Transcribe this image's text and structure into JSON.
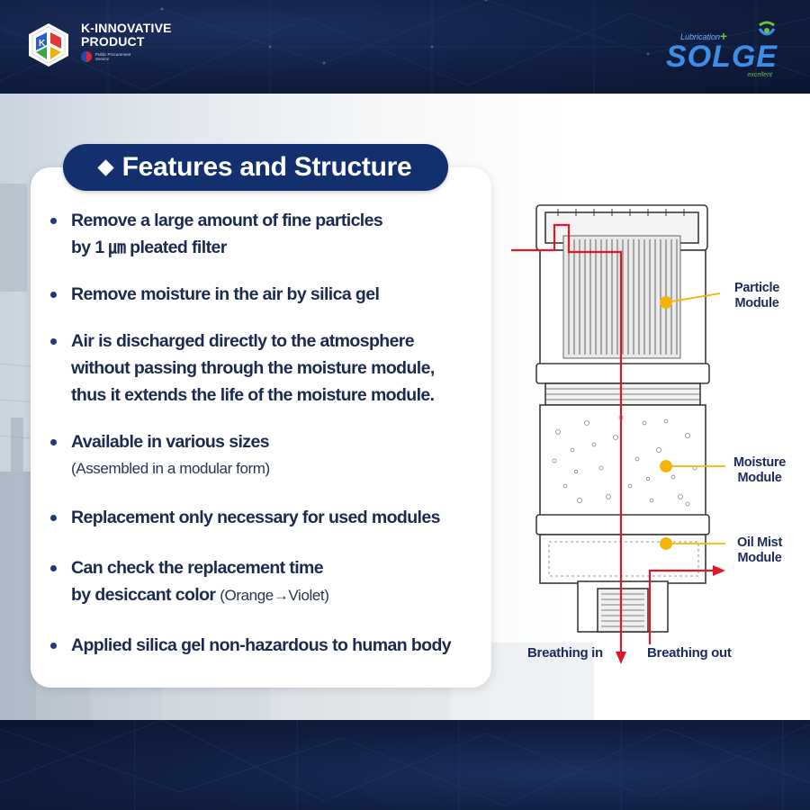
{
  "header": {
    "kip_title_line1": "K-INNOVATIVE",
    "kip_title_line2": "PRODUCT",
    "kip_sub_line1": "Public Procurement",
    "kip_sub_line2": "Service",
    "brand_prefix": "Lubrication",
    "brand_name": "SOLGE",
    "brand_tagline": "excellent"
  },
  "section_title": "Features and Structure",
  "features": [
    {
      "line1": "Remove a large amount of fine particles",
      "line2": "by 1 ㎛ pleated filter"
    },
    {
      "line1": "Remove moisture in the air by silica gel"
    },
    {
      "line1": "Air is discharged directly to the atmosphere",
      "line2": "without passing through the moisture module,",
      "line3": "thus it extends the life of the moisture module."
    },
    {
      "line1": "Available in various sizes",
      "line2": "(Assembled in a modular form)"
    },
    {
      "line1": "Replacement only necessary for used modules"
    },
    {
      "line1": "Can check the replacement time",
      "line2": "by desiccant color",
      "line2_note": "(Orange→Violet)"
    },
    {
      "line1": "Applied silica gel non-hazardous to human body"
    }
  ],
  "diagram": {
    "particle_line1": "Particle",
    "particle_line2": "Module",
    "moisture_line1": "Moisture",
    "moisture_line2": "Module",
    "oil_line1": "Oil Mist",
    "oil_line2": "Module",
    "breathing_in": "Breathing in",
    "breathing_out": "Breathing out"
  },
  "colors": {
    "navy": "#12306e",
    "arrow_red": "#e2162a",
    "callout_yellow": "#f5b400",
    "brand_blue": "#3d8ee6",
    "brand_green": "#64c13a"
  }
}
